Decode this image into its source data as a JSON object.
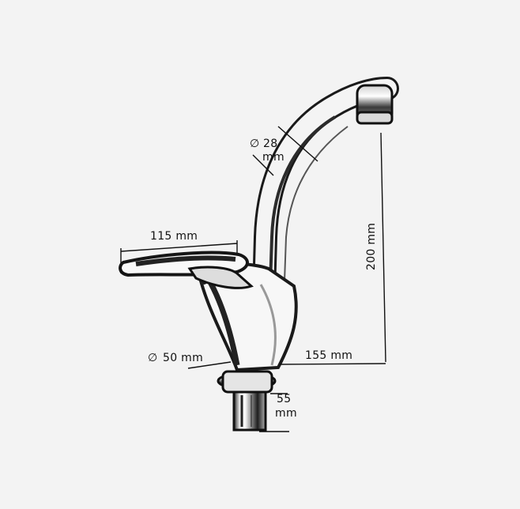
{
  "dimensions": {
    "spout_diameter": {
      "symbol": "∅",
      "value": "28",
      "unit": "mm"
    },
    "handle_length": "115 mm",
    "base_diameter": {
      "symbol": "∅",
      "value": "50 mm"
    },
    "spout_reach": "155 mm",
    "height": "200 mm",
    "shank_length": {
      "value": "55",
      "unit": "mm"
    }
  }
}
